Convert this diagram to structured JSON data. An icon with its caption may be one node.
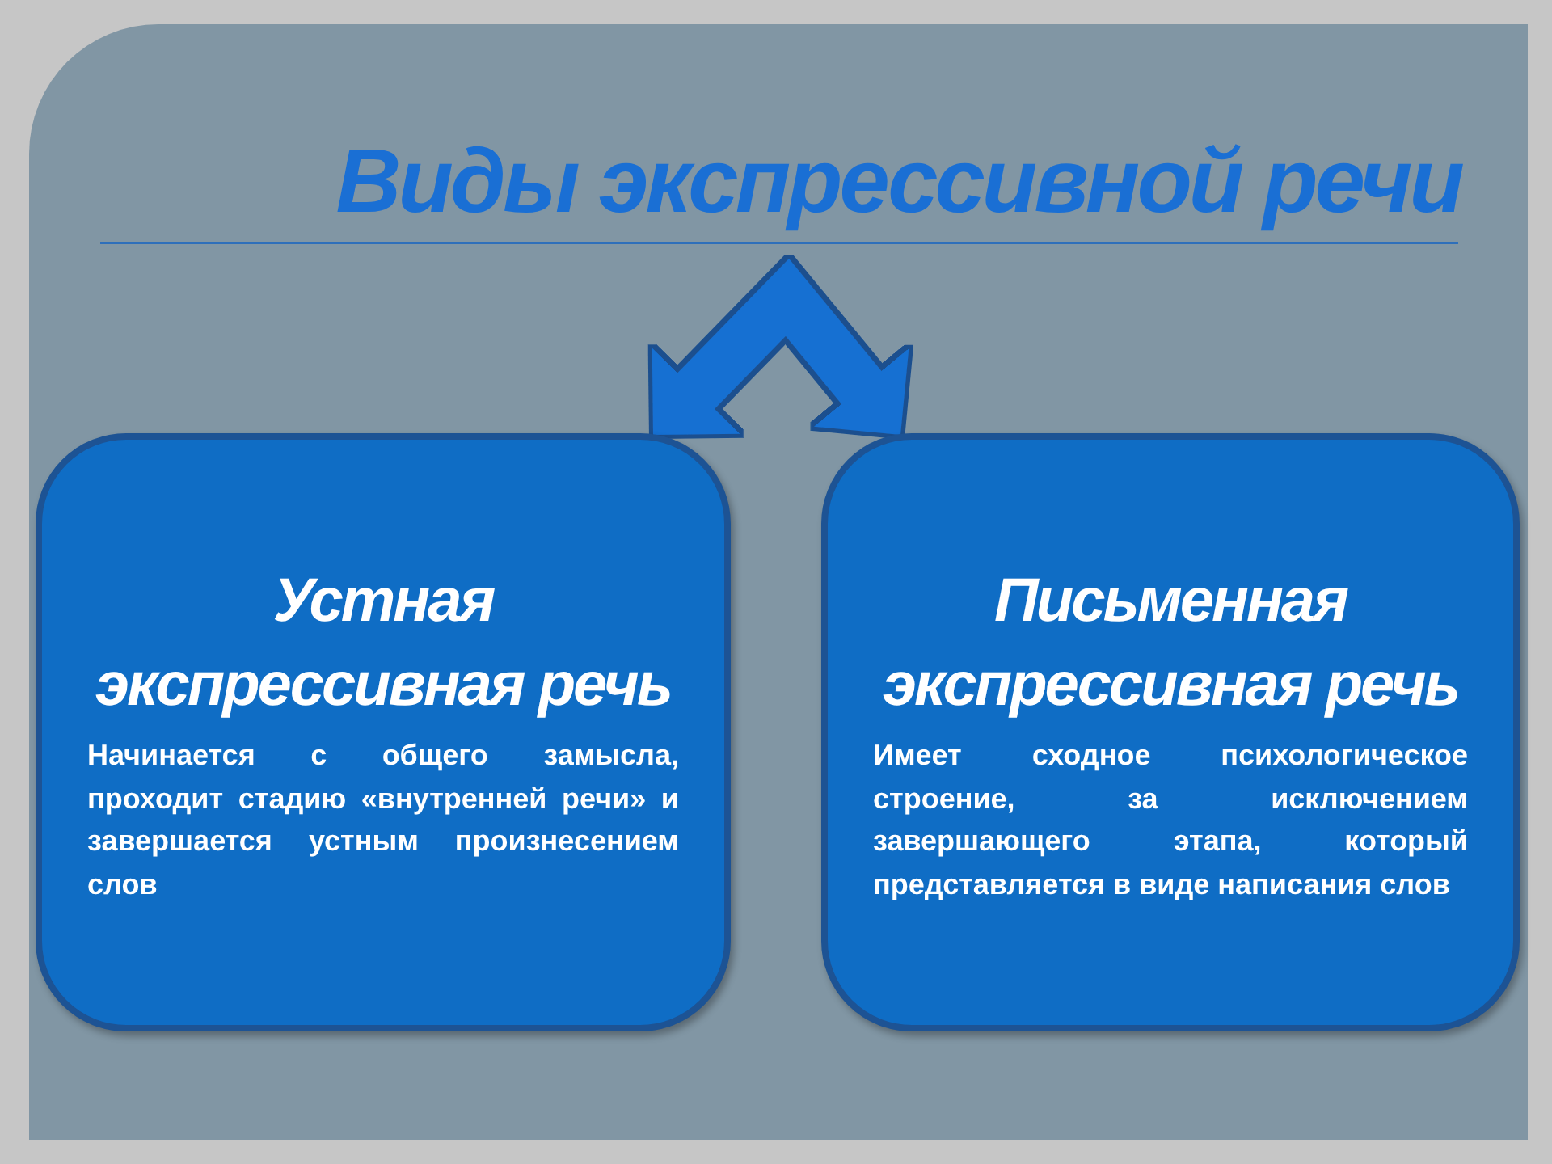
{
  "diagram": {
    "title": "Виды экспрессивной речи",
    "nodes": [
      {
        "text": [
          "Устная экспрессивная речь",
          "Начинается с общего замысла, проходит стадию «внутренней речи» и завершается устным произнесением слов"
        ]
      },
      {
        "text": [
          "Письменная экспрессивная речь",
          "Имеет сходное психологическое строение, за исключением завершающего этапа, который представляется в виде написания слов"
        ]
      }
    ],
    "edges": [
      {
        "from": 0,
        "to": 1,
        "arrow": "both"
      }
    ]
  }
}
